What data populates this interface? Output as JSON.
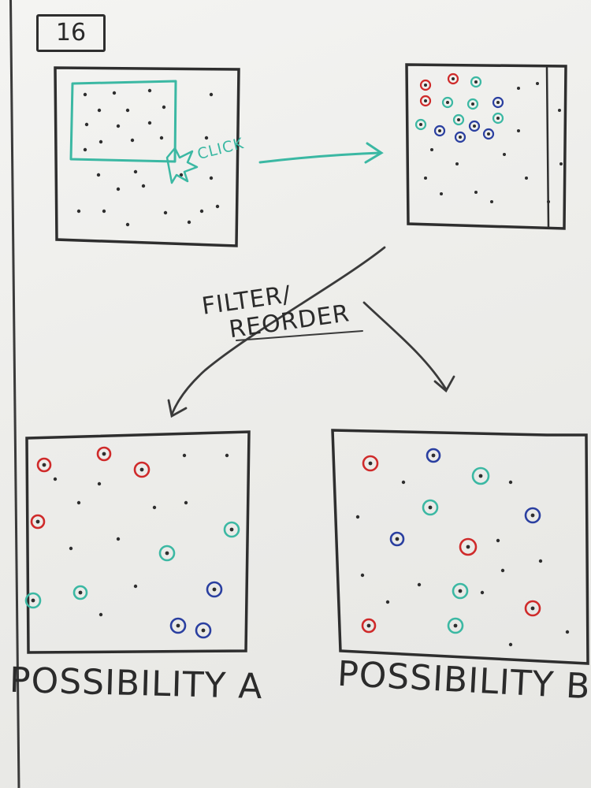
{
  "page_number": "16",
  "click_label": "CLICK",
  "filter_label_top": "FILTER/",
  "filter_label_bottom": "REORDER",
  "label_a": "POSSIBILITY A",
  "label_b": "POSSIBILITY B",
  "colors": {
    "ink": "#2e2e2e",
    "teal": "#3bb8a3",
    "red": "#cf2a2a",
    "blue": "#2a3fa0"
  }
}
